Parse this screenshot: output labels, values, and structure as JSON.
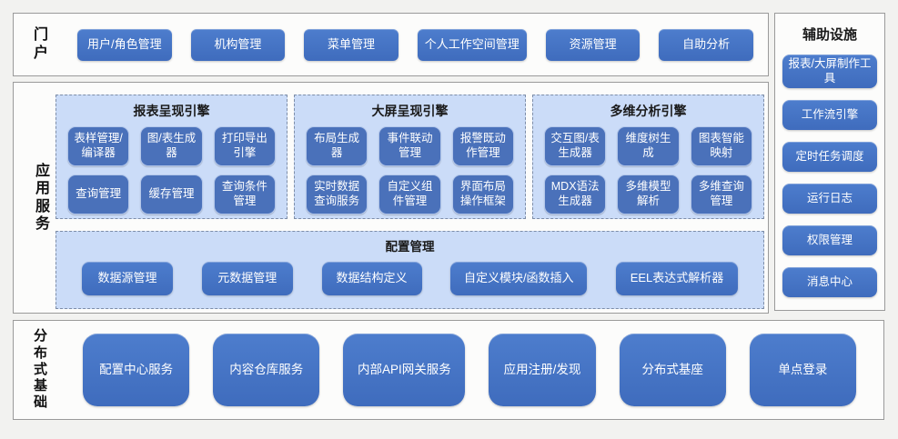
{
  "portal": {
    "label": "门户",
    "buttons": [
      "用户/角色管理",
      "机构管理",
      "菜单管理",
      "个人工作空间管理",
      "资源管理",
      "自助分析"
    ]
  },
  "app_services": {
    "label": "应用服务",
    "engines": [
      {
        "title": "报表呈现引擎",
        "items": [
          "表样管理/编译器",
          "图/表生成器",
          "打印导出引擎",
          "查询管理",
          "缓存管理",
          "查询条件管理"
        ]
      },
      {
        "title": "大屏呈现引擎",
        "items": [
          "布局生成器",
          "事件联动管理",
          "报警既动作管理",
          "实时数据查询服务",
          "自定义组件管理",
          "界面布局操作框架"
        ]
      },
      {
        "title": "多维分析引擎",
        "items": [
          "交互图/表生成器",
          "维度树生成",
          "图表智能映射",
          "MDX语法生成器",
          "多维模型解析",
          "多维查询管理"
        ]
      }
    ],
    "config": {
      "title": "配置管理",
      "items": [
        "数据源管理",
        "元数据管理",
        "数据结构定义",
        "自定义模块/函数插入",
        "EEL表达式解析器"
      ]
    }
  },
  "auxiliary": {
    "title": "辅助设施",
    "items": [
      "报表/大屏制作工具",
      "工作流引擎",
      "定时任务调度",
      "运行日志",
      "权限管理",
      "消息中心"
    ]
  },
  "distributed": {
    "label": "分布式基础",
    "items": [
      "配置中心服务",
      "内容仓库服务",
      "内部API网关服务",
      "应用注册/发现",
      "分布式基座",
      "单点登录"
    ]
  },
  "colors": {
    "button_blue": "#4473c5",
    "sub_button_blue": "#4a71ba",
    "group_background": "#cbdcf8",
    "group_border": "#7d8da8",
    "section_background": "#fcfcfb",
    "page_background": "#f2f2f0"
  }
}
